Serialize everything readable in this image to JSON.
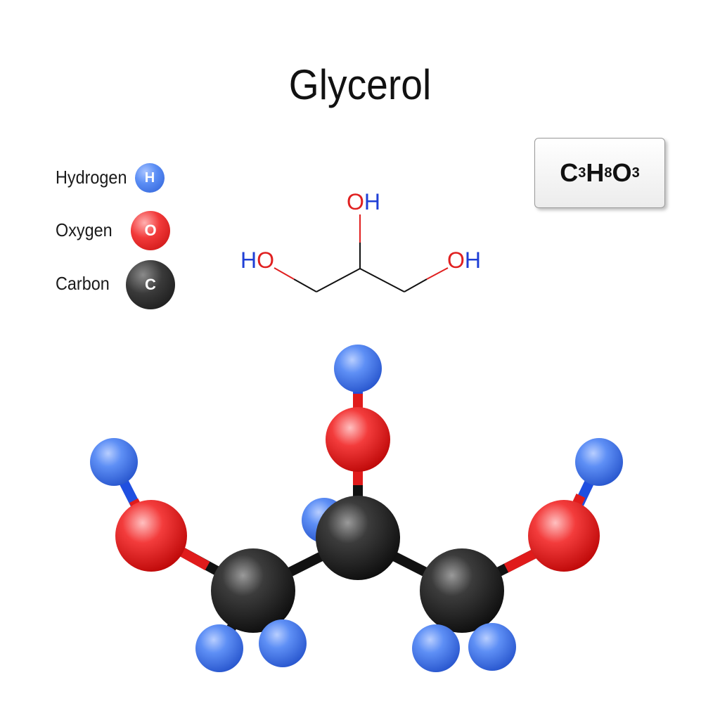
{
  "title": "Glycerol",
  "legend": [
    {
      "name": "Hydrogen",
      "symbol": "H",
      "color": "#4a7df0"
    },
    {
      "name": "Oxygen",
      "symbol": "O",
      "color": "#ee2222"
    },
    {
      "name": "Carbon",
      "symbol": "C",
      "color": "#2b2b2b"
    }
  ],
  "formula": {
    "parts": [
      {
        "el": "C",
        "n": "3"
      },
      {
        "el": "H",
        "n": "8"
      },
      {
        "el": "O",
        "n": "3"
      }
    ]
  },
  "structure": {
    "oh_top": "OH",
    "ho_left": "HO",
    "oh_right": "OH",
    "o_color": "#e02020",
    "h_color": "#1f3fd6"
  }
}
